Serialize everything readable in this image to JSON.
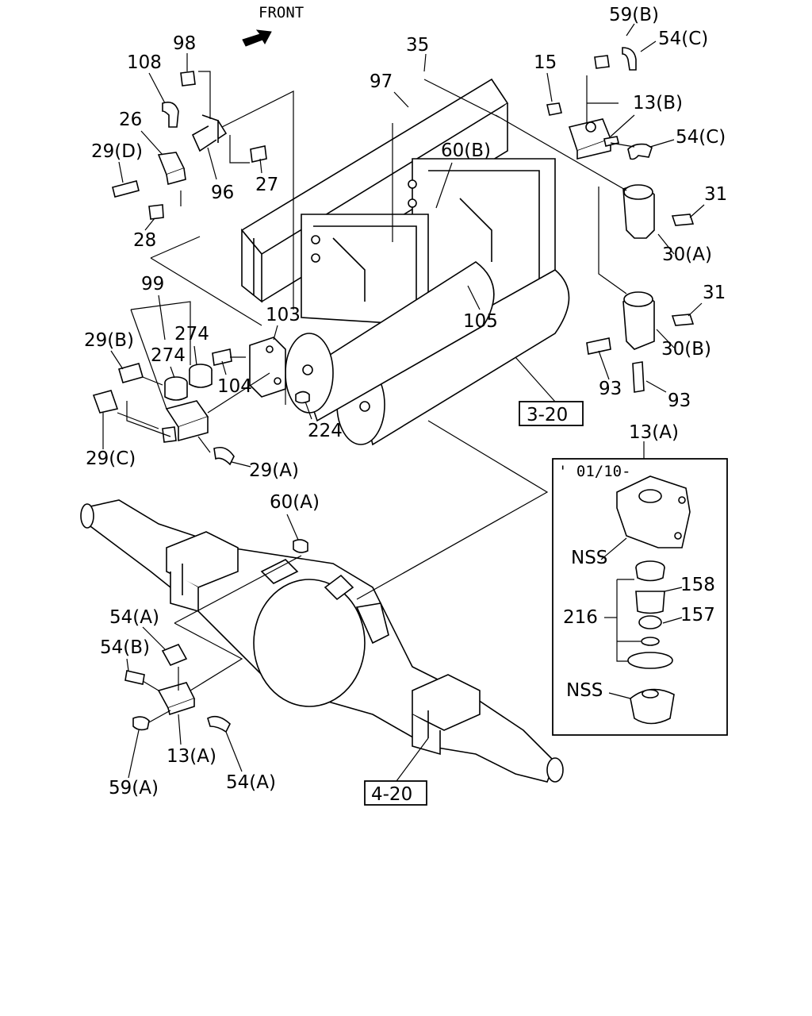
{
  "front_label": "FRONT",
  "ref_boxes": {
    "ref_3_20": "3-20",
    "ref_4_20": "4-20"
  },
  "inset": {
    "date": "' 01/10-",
    "nss_top": "NSS",
    "nss_bottom": "NSS"
  },
  "labels": {
    "p59b": "59(B)",
    "p54c_top": "54(C)",
    "p15": "15",
    "p13b": "13(B)",
    "p54c_mid": "54(C)",
    "p35": "35",
    "p97": "97",
    "p60b": "60(B)",
    "p31_top": "31",
    "p30a": "30(A)",
    "p31_bot": "31",
    "p30b": "30(B)",
    "p93_left": "93",
    "p93_right": "93",
    "p98": "98",
    "p108": "108",
    "p26": "26",
    "p29d": "29(D)",
    "p96": "96",
    "p27": "27",
    "p28": "28",
    "p99": "99",
    "p274_a": "274",
    "p274_b": "274",
    "p29b": "29(B)",
    "p104": "104",
    "p103": "103",
    "p105": "105",
    "p224": "224",
    "p29c": "29(C)",
    "p29a": "29(A)",
    "p13a_inset": "13(A)",
    "p158": "158",
    "p216": "216",
    "p157": "157",
    "p60a": "60(A)",
    "p54a_top": "54(A)",
    "p54b": "54(B)",
    "p59a": "59(A)",
    "p13a_bot": "13(A)",
    "p54a_bot": "54(A)"
  }
}
